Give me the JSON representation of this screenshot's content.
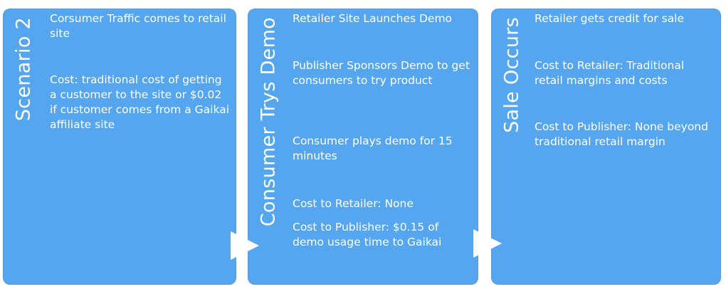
{
  "colors": {
    "panel_fill": "#55a6ee",
    "text": "#ffffff",
    "arrow": "#ffffff",
    "background": "#ffffff"
  },
  "panels": [
    {
      "title": "Scenario 2",
      "paragraphs": [
        "Corsumer Traffic comes to retail site",
        "Cost: traditional cost of getting a customer to the site or $0.02 if customer comes from a Gaikai affiliate site"
      ]
    },
    {
      "title": "Consumer Trys Demo",
      "paragraphs": [
        "Retailer Site Launches Demo",
        "Publisher Sponsors Demo to get consumers to try product",
        "Consumer plays demo for 15 minutes",
        "Cost to Retailer: None",
        "Cost to Publisher: $0.15 of demo usage time to Gaikai"
      ]
    },
    {
      "title": "Sale Occurs",
      "paragraphs": [
        "Retailer gets credit for sale",
        "Cost to Retailer: Traditional retail margins and costs",
        "Cost to Publisher: None beyond traditional retail margin"
      ]
    }
  ]
}
